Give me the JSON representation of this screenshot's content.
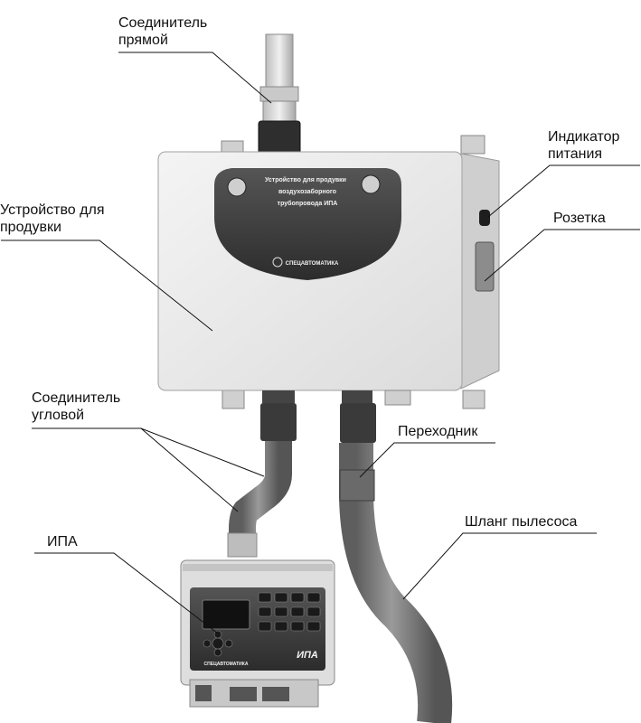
{
  "labels": {
    "connector_straight": [
      "Соединитель",
      "прямой"
    ],
    "blow_device": [
      "Устройство для",
      "продувки"
    ],
    "connector_angle": [
      "Соединитель",
      "угловой"
    ],
    "ipa": [
      "ИПА"
    ],
    "power_indicator": [
      "Индикатор",
      "питания"
    ],
    "socket": [
      "Розетка"
    ],
    "adapter": [
      "Переходник"
    ],
    "vacuum_hose": [
      "Шланг пылесоса"
    ]
  },
  "device_face": {
    "title_lines": [
      "Устройство для продувки",
      "воздухозаборного",
      "трубопровода ИПА"
    ],
    "brand": "СПЕЦАВТОМАТИКА"
  },
  "ipa_unit": {
    "brand": "СПЕЦАВТОМАТИКА",
    "model": "ИПА"
  },
  "colors": {
    "enclosure": "#ebebeb",
    "dark_panel": "#3a3a3a",
    "hose": "#7a7a7a",
    "leader": "#111111"
  }
}
